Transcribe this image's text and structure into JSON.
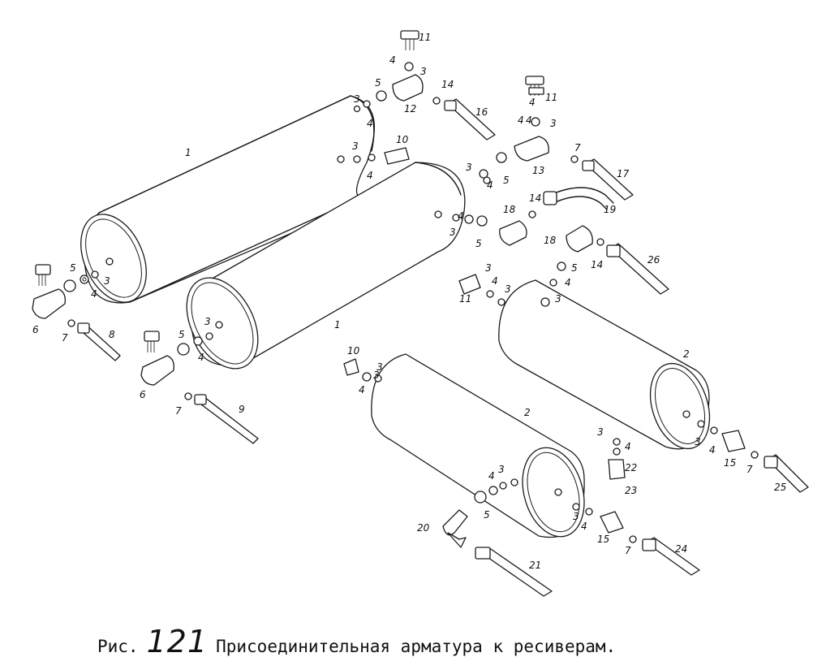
{
  "caption": {
    "prefix": "Рис.",
    "number": "121",
    "text": "Присоединительная арматура к ресиверам."
  },
  "callouts": {
    "c1a": "1",
    "c1b": "1",
    "c2a": "2",
    "c2b": "2",
    "c3a": "3",
    "c3b": "3",
    "c3c": "3",
    "c3d": "3",
    "c3e": "3",
    "c3f": "3",
    "c3g": "3",
    "c3h": "3",
    "c3i": "3",
    "c3j": "3",
    "c3k": "3",
    "c3l": "3",
    "c3m": "3",
    "c3n": "3",
    "c3o": "3",
    "c3p": "3",
    "c3q": "3",
    "c4a": "4",
    "c4b": "4",
    "c4c": "4",
    "c4d": "4",
    "c4e": "4",
    "c4f": "4",
    "c4g": "4",
    "c4h": "4",
    "c4i": "4",
    "c4j": "4",
    "c4k": "4",
    "c4l": "4",
    "c4m": "4",
    "c4n": "4",
    "c4o": "4",
    "c4p": "4",
    "c4q": "4",
    "c5a": "5",
    "c5b": "5",
    "c5c": "5",
    "c5d": "5",
    "c5e": "5",
    "c5f": "5",
    "c5g": "5",
    "c6a": "6",
    "c6b": "6",
    "c7a": "7",
    "c7b": "7",
    "c7c": "7",
    "c7d": "7",
    "c7e": "7",
    "c8": "8",
    "c9": "9",
    "c10a": "10",
    "c10b": "10",
    "c11a": "11",
    "c11b": "11",
    "c11c": "11",
    "c12": "12",
    "c13": "13",
    "c14a": "14",
    "c14b": "14",
    "c14c": "14",
    "c15a": "15",
    "c15b": "15",
    "c16": "16",
    "c17": "17",
    "c18a": "18",
    "c18b": "18",
    "c19": "19",
    "c20": "20",
    "c21": "21",
    "c22": "22",
    "c23": "23",
    "c24": "24",
    "c25": "25",
    "c26": "26"
  }
}
